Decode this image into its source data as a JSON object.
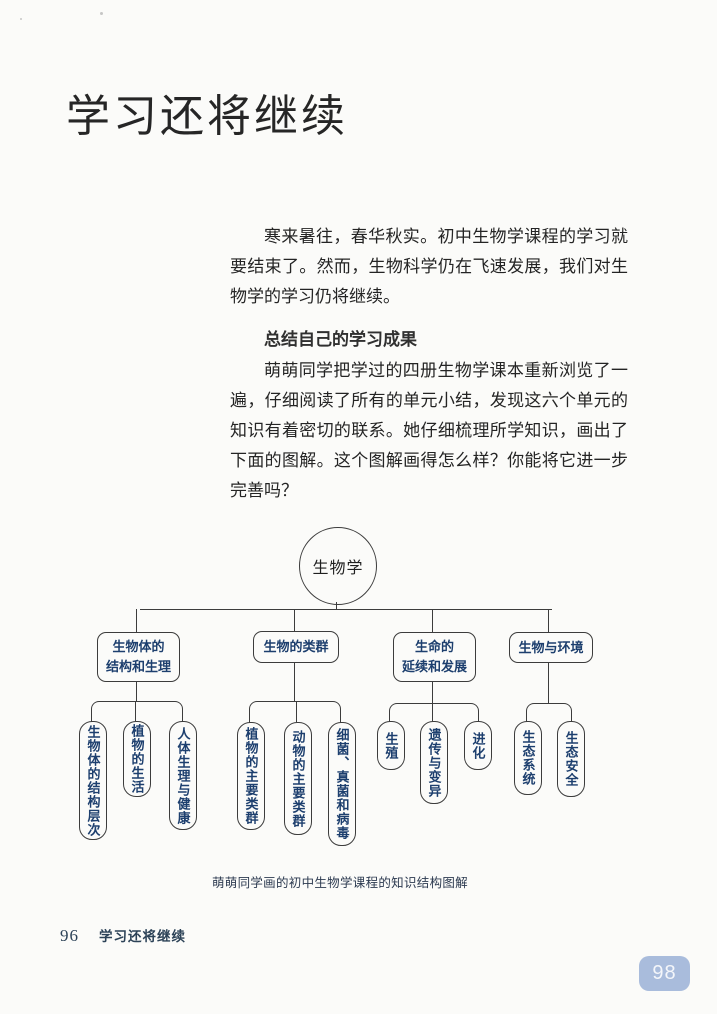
{
  "page": {
    "title": "学习还将继续",
    "paragraph1": "寒来暑往，春华秋实。初中生物学课程的学习就要结束了。然而，生物科学仍在飞速发展，我们对生物学的学习仍将继续。",
    "section_heading": "总结自己的学习成果",
    "paragraph2": "萌萌同学把学过的四册生物学课本重新浏览了一遍，仔细阅读了所有的单元小结，发现这六个单元的知识有着密切的联系。她仔细梳理所学知识，画出了下面的图解。这个图解画得怎么样？你能将它进一步完善吗？",
    "caption": "萌萌同学画的初中生物学课程的知识结构图解",
    "footer": {
      "page_number": "96",
      "chapter": "学习还将继续"
    },
    "corner_badge": "98"
  },
  "diagram": {
    "root": "生物学",
    "branches": [
      {
        "lines": [
          "生物体的",
          "结构和生理"
        ],
        "children": [
          "生物体的结构层次",
          "植物的生活",
          "人体生理与健康"
        ]
      },
      {
        "lines": [
          "生物的类群"
        ],
        "children": [
          "植物的主要类群",
          "动物的主要类群",
          "细菌、真菌和病毒"
        ]
      },
      {
        "lines": [
          "生命的",
          "延续和发展"
        ],
        "children": [
          "生殖",
          "遗传与变异",
          "进化"
        ]
      },
      {
        "lines": [
          "生物与环境"
        ],
        "children": [
          "生态系统",
          "生态安全"
        ]
      }
    ]
  },
  "colors": {
    "node_text": "#1d3f6e",
    "line": "#3c3c3c",
    "badge_background": "#a9bcdc",
    "badge_text": "#f4f6fa",
    "paper": "#fbfbf9"
  }
}
